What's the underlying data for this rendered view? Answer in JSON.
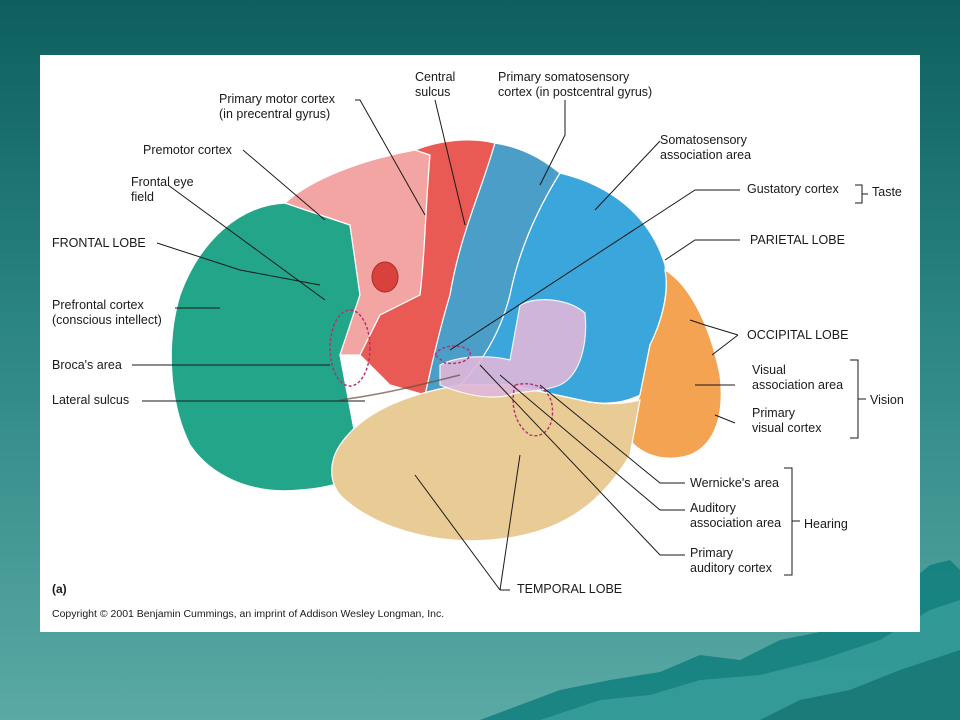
{
  "colors": {
    "frontal": "#23a58a",
    "premotor": "#f2a5a2",
    "motor": "#ea5a55",
    "somatosensory": "#4a9ec8",
    "parietal": "#3aa6dc",
    "occipital": "#f3a352",
    "temporal": "#e9cc95",
    "auditory": "#e0b7da",
    "dashed": "#b1306f"
  },
  "labels": {
    "primary_motor_cortex": "Primary motor cortex\n(in precentral gyrus)",
    "central_sulcus": "Central\nsulcus",
    "primary_somatosensory_cortex": "Primary somatosensory\ncortex (in postcentral gyrus)",
    "premotor_cortex": "Premotor cortex",
    "frontal_eye_field": "Frontal eye\nfield",
    "somatosensory_association_area": "Somatosensory\nassociation area",
    "gustatory_cortex": "Gustatory cortex",
    "taste": "Taste",
    "frontal_lobe": "FRONTAL LOBE",
    "parietal_lobe": "PARIETAL LOBE",
    "prefrontal_cortex": "Prefrontal cortex\n(conscious intellect)",
    "occipital_lobe": "OCCIPITAL LOBE",
    "brocas_area": "Broca's area",
    "visual_association_area": "Visual\nassociation area",
    "vision": "Vision",
    "lateral_sulcus": "Lateral sulcus",
    "primary_visual_cortex": "Primary\nvisual cortex",
    "wernickes_area": "Wernicke's area",
    "auditory_association_area": "Auditory\nassociation area",
    "hearing": "Hearing",
    "primary_auditory_cortex": "Primary\nauditory cortex",
    "temporal_lobe": "TEMPORAL LOBE"
  },
  "panel_label": "(a)",
  "copyright": "Copyright © 2001 Benjamin Cummings, an imprint of Addison Wesley Longman, Inc."
}
